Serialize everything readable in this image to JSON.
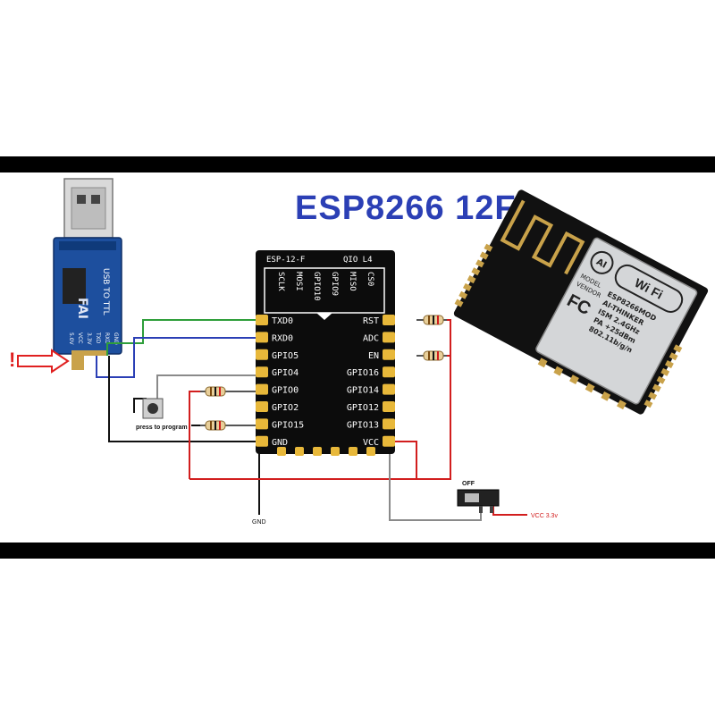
{
  "title": "ESP8266 12F",
  "usb_ttl": {
    "label": "USB TO TTL",
    "logo": "FAI",
    "pins": [
      "GND",
      "RXD",
      "TXD",
      "3.3V",
      "VCC",
      "5.0V"
    ]
  },
  "module": {
    "header_left": "ESP-12-F",
    "header_right": "QIO L4",
    "top_pins": [
      "SCLK",
      "MOSI",
      "GPIO10",
      "GPIO9",
      "MISO",
      "CS0"
    ],
    "left_pins": [
      "TXD0",
      "RXD0",
      "GPIO5",
      "GPIO4",
      "GPIO0",
      "GPIO2",
      "GPIO15",
      "GND"
    ],
    "right_pins": [
      "RST",
      "ADC",
      "EN",
      "GPIO16",
      "GPIO14",
      "GPIO12",
      "GPIO13",
      "VCC"
    ]
  },
  "button_label": "press to program",
  "switch_label": "OFF",
  "gnd_label": "GND",
  "vcc_label": "VCC 3.3v",
  "warning_mark": "!",
  "photo_module": {
    "brand": "Wi Fi",
    "model_text": [
      "ESP8266MOD",
      "AI-THINKER",
      "ISM 2.4GHz",
      "PA +25dBm",
      "802.11b/g/n"
    ],
    "label_model": "MODEL",
    "label_vendor": "VENDOR",
    "fcc": "FC"
  },
  "colors": {
    "title": "#2b3fb5",
    "wire_green": "#2e9e3a",
    "wire_blue": "#2b3fb5",
    "wire_red": "#d21e1e",
    "wire_black": "#111111",
    "wire_gray": "#8a8a8a",
    "usb_board": "#1d4f9e",
    "arrow_red": "#e02020"
  }
}
